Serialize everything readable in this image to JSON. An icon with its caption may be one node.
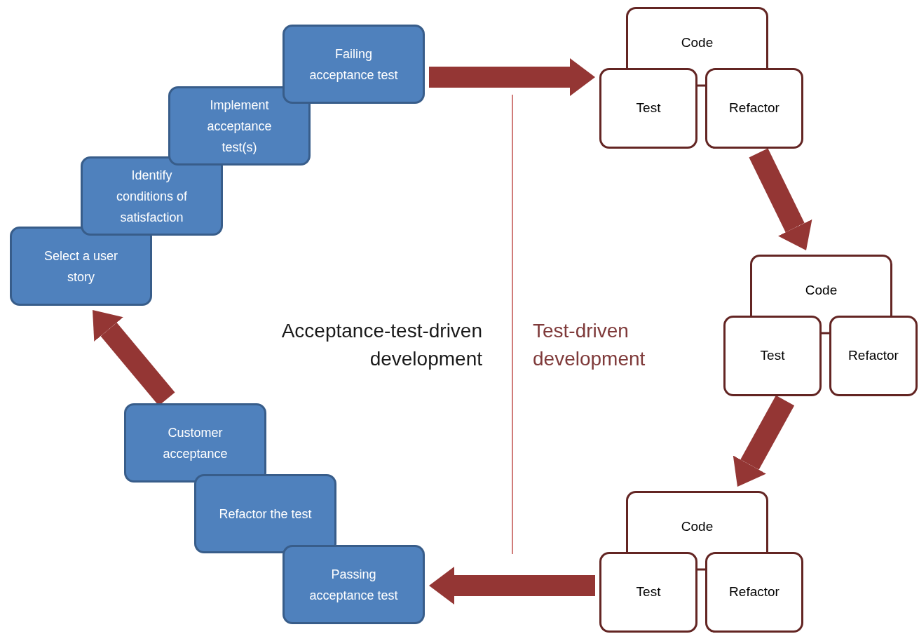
{
  "diagram": {
    "nodes": [
      {
        "text": [
          "Failing acceptance test"
        ]
      },
      {
        "text": [
          "Implement acceptance test(s)"
        ]
      },
      {
        "text": [
          "Identify conditions of satisfaction"
        ]
      },
      {
        "text": [
          "Select a user story"
        ]
      },
      {
        "text": [
          "Customer acceptance"
        ]
      },
      {
        "text": [
          "Refactor the test"
        ]
      },
      {
        "text": [
          "Passing acceptance test"
        ]
      },
      {
        "text": [
          "Code"
        ]
      },
      {
        "text": [
          "Test"
        ]
      },
      {
        "text": [
          "Refactor"
        ]
      },
      {
        "text": [
          "Code"
        ]
      },
      {
        "text": [
          "Test"
        ]
      },
      {
        "text": [
          "Refactor"
        ]
      },
      {
        "text": [
          "Code"
        ]
      },
      {
        "text": [
          "Test"
        ]
      },
      {
        "text": [
          "Refactor"
        ]
      }
    ],
    "edges": [
      {
        "from": 0,
        "to": 8,
        "arrow": "to"
      },
      {
        "from": 9,
        "to": 10,
        "arrow": "to"
      },
      {
        "from": 11,
        "to": 13,
        "arrow": "to"
      },
      {
        "from": 14,
        "to": 6,
        "arrow": "to"
      },
      {
        "from": 4,
        "to": 3,
        "arrow": "to"
      }
    ],
    "labels": [
      "Acceptance-test-driven development",
      "Test-driven development"
    ]
  }
}
